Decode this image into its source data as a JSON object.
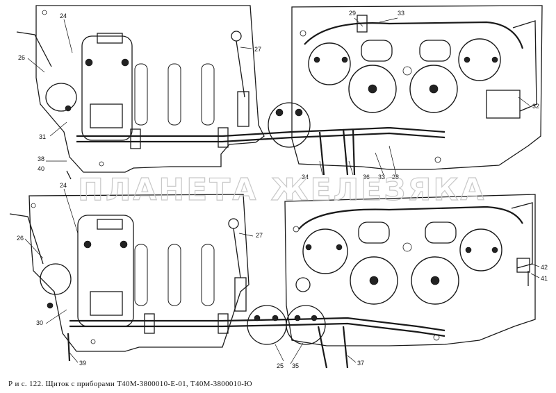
{
  "watermark": "ПЛАНЕТА ЖЕЛЕЗЯКА",
  "caption": "Р и с. 122. Щиток с приборами Т40М-3800010-Е-01, Т40М-3800010-Ю",
  "top_panel": {
    "labels": {
      "l24": "24",
      "l26": "26",
      "l27": "27",
      "l29": "29",
      "l33a": "33",
      "l31": "31",
      "l38": "38",
      "l40": "40",
      "l32": "32",
      "l34": "34",
      "l36": "36",
      "l33b": "33",
      "l28": "28"
    }
  },
  "bottom_panel": {
    "labels": {
      "l24": "24",
      "l26": "26",
      "l27": "27",
      "l30": "30",
      "l39": "39",
      "l25": "25",
      "l35": "35",
      "l37": "37",
      "l42": "42",
      "l41": "41"
    }
  }
}
